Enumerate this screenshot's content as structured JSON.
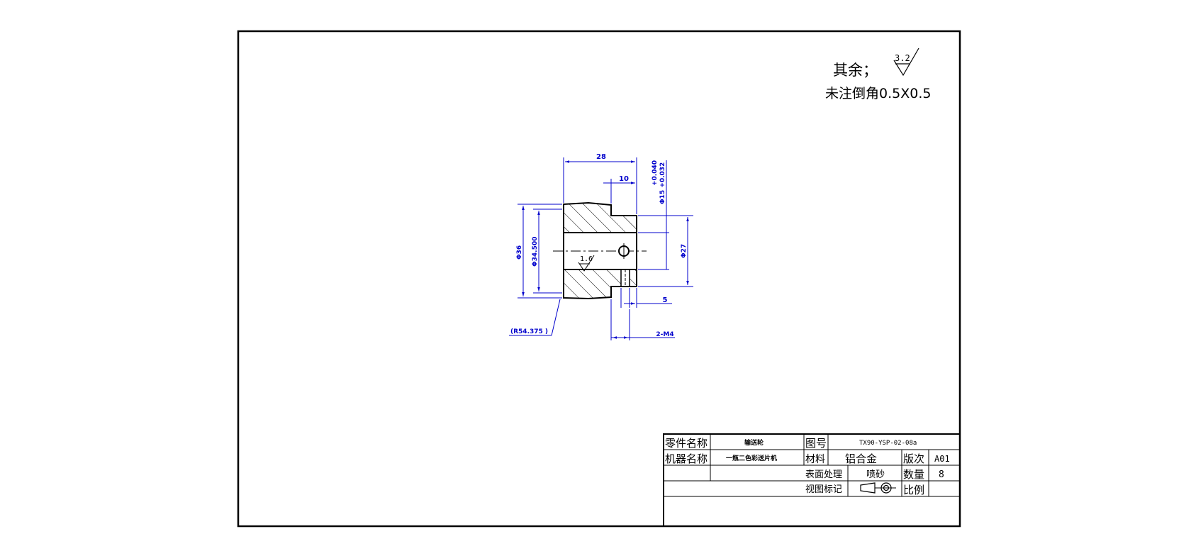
{
  "notes": {
    "rest_label": "其余；",
    "roughness_rest": "3.2",
    "chamfer_note": "未注倒角0.5X0.5"
  },
  "dimensions": {
    "overall_length": "28",
    "step_length": "10",
    "tol_upper": "+0.040",
    "bore_tol": "Φ15 +0.032",
    "outer_diameter": "Φ36",
    "step_diameter": "Φ34.500",
    "hub_diameter": "Φ27",
    "groove_offset": "5",
    "holes": "2-M4",
    "radius": "(R54.375 )",
    "roughness_bore": "1.6"
  },
  "title_block": {
    "part_name_label": "零件名称",
    "part_name_value": "输送轮",
    "drawing_no_label": "图号",
    "drawing_no_value": "TX90-YSP-02-08a",
    "machine_name_label": "机器名称",
    "machine_name_value": "一瓶二色彩送片机",
    "material_label": "材料",
    "material_value": "铝合金",
    "revision_label": "版次",
    "revision_value": "A01",
    "surface_label": "表面处理",
    "surface_value": "喷砂",
    "quantity_label": "数量",
    "quantity_value": "8",
    "view_label": "视图标记",
    "scale_label": "比例"
  },
  "colors": {
    "line": "#000000",
    "dimension": "#0000cc"
  }
}
